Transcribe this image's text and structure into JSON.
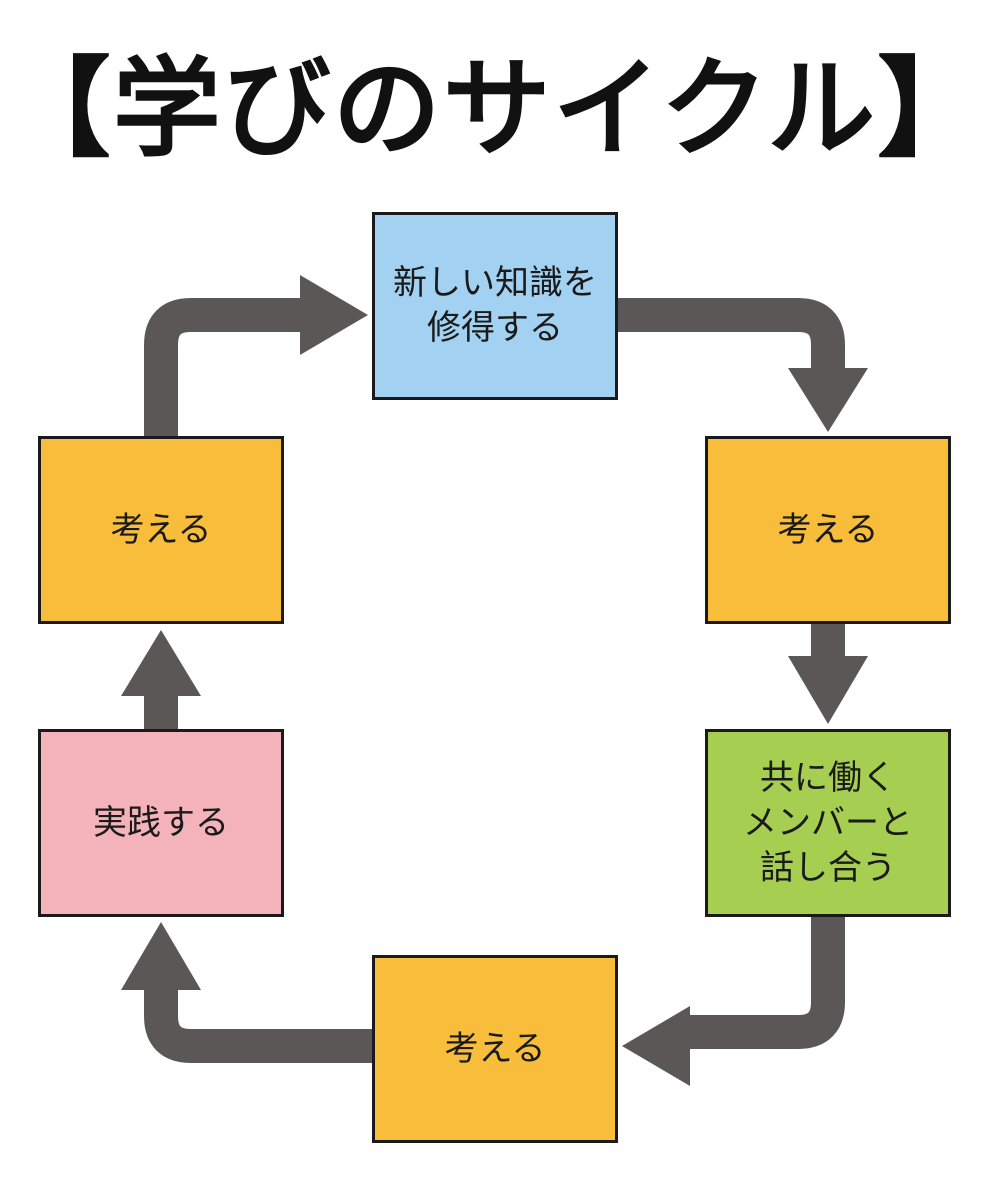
{
  "title": "【学びのサイクル】",
  "colors": {
    "arrow": "#5b5757",
    "border": "#1a1a1a",
    "knowledge": "#a3d1f1",
    "think": "#f8bd3a",
    "discuss": "#a6cf51",
    "practice": "#f4b2bb"
  },
  "nodes": [
    {
      "id": "top",
      "label": "新しい知識を\n修得する",
      "color": "#a3d1f1"
    },
    {
      "id": "right-upper",
      "label": "考える",
      "color": "#f8bd3a"
    },
    {
      "id": "right-lower",
      "label": "共に働く\nメンバーと\n話し合う",
      "color": "#a6cf51"
    },
    {
      "id": "bottom",
      "label": "考える",
      "color": "#f8bd3a"
    },
    {
      "id": "left-lower",
      "label": "実践する",
      "color": "#f4b2bb"
    },
    {
      "id": "left-upper",
      "label": "考える",
      "color": "#f8bd3a"
    }
  ],
  "edges": [
    {
      "from": "top",
      "to": "right-upper"
    },
    {
      "from": "right-upper",
      "to": "right-lower"
    },
    {
      "from": "right-lower",
      "to": "bottom"
    },
    {
      "from": "bottom",
      "to": "left-lower"
    },
    {
      "from": "left-lower",
      "to": "left-upper"
    },
    {
      "from": "left-upper",
      "to": "top"
    }
  ]
}
